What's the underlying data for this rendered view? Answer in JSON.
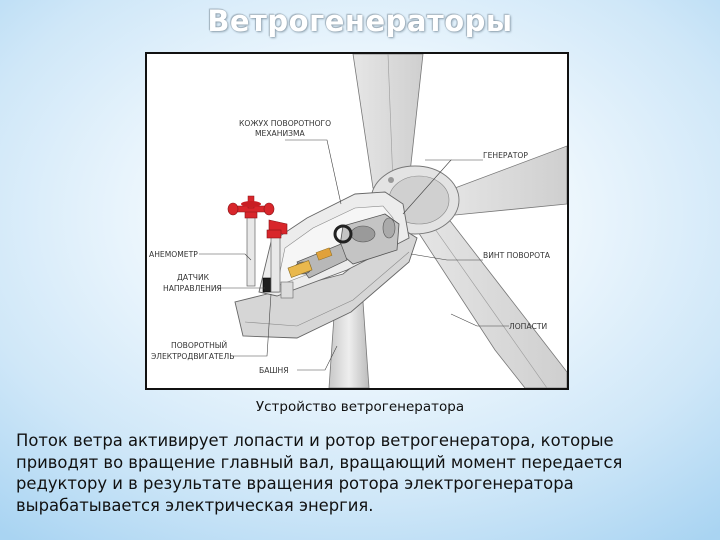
{
  "slide": {
    "title": "Ветрогенераторы",
    "caption": "Устройство ветрогенератора",
    "paragraph_lines": [
      "Поток ветра активирует лопасти и ротор ветрогенератора, которые",
      "приводят во вращение главный вал, вращающий момент передается",
      "редуктору и в результате вращения ротора электрогенератора",
      "вырабатывается электрическая энергия."
    ]
  },
  "diagram": {
    "labels": {
      "cover_line1": "КОЖУХ ПОВОРОТНОГО",
      "cover_line2": "МЕХАНИЗМА",
      "generator": "ГЕНЕРАТОР",
      "anemometer": "АНЕМОМЕТР",
      "sensor_line1": "ДАТЧИК",
      "sensor_line2": "НАПРАВЛЕНИЯ",
      "yaw_screw": "ВИНТ ПОВОРОТА",
      "blades": "ЛОПАСТИ",
      "motor_line1": "ПОВОРОТНЫЙ",
      "motor_line2": "ЭЛЕКТРОДВИГАТЕЛЬ",
      "tower": "БАШНЯ"
    },
    "colors": {
      "metal": "#dcdcdc",
      "shadow": "#b8b8b8",
      "red": "#d8262b"
    }
  }
}
